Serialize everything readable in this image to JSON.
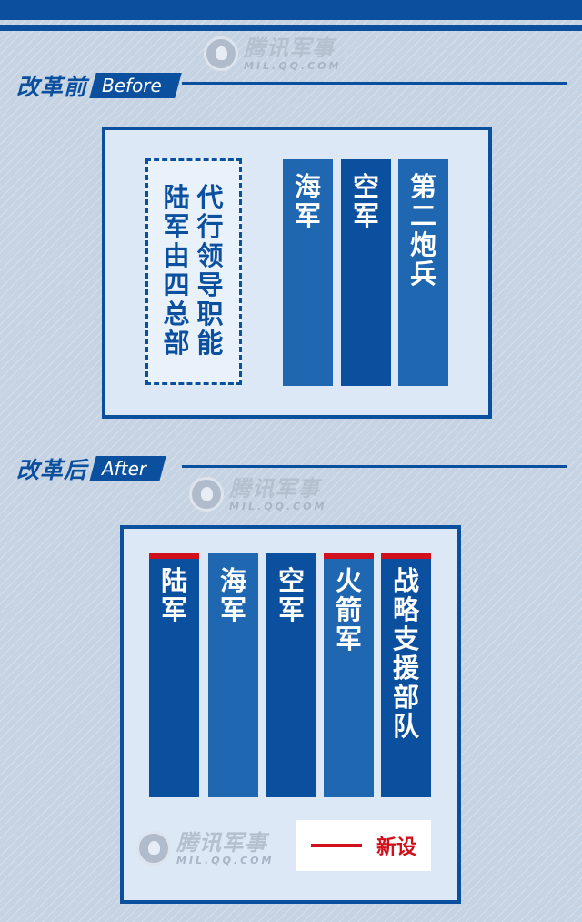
{
  "watermark": {
    "name": "腾讯军事",
    "url": "MIL.QQ.COM"
  },
  "before": {
    "title_cn": "改革前",
    "title_en": "Before",
    "dashed_box": {
      "right_text": "代行领导职能",
      "left_text": "陆军由四总部"
    },
    "columns": [
      {
        "label": "海军"
      },
      {
        "label": "空军"
      },
      {
        "label": "第二炮兵"
      }
    ]
  },
  "after": {
    "title_cn": "改革后",
    "title_en": "After",
    "columns": [
      {
        "label": "陆军",
        "new": true
      },
      {
        "label": "海军",
        "new": false
      },
      {
        "label": "空军",
        "new": false
      },
      {
        "label": "火箭军",
        "new": true
      },
      {
        "label": "战略支援部队",
        "new": true
      }
    ]
  },
  "legend": {
    "label": "新设",
    "color": "#d0101a"
  },
  "colors": {
    "primary": "#0b4f9f",
    "secondary": "#1f67b1",
    "panel_bg": "#dce8f6",
    "new_marker": "#d0101a"
  }
}
